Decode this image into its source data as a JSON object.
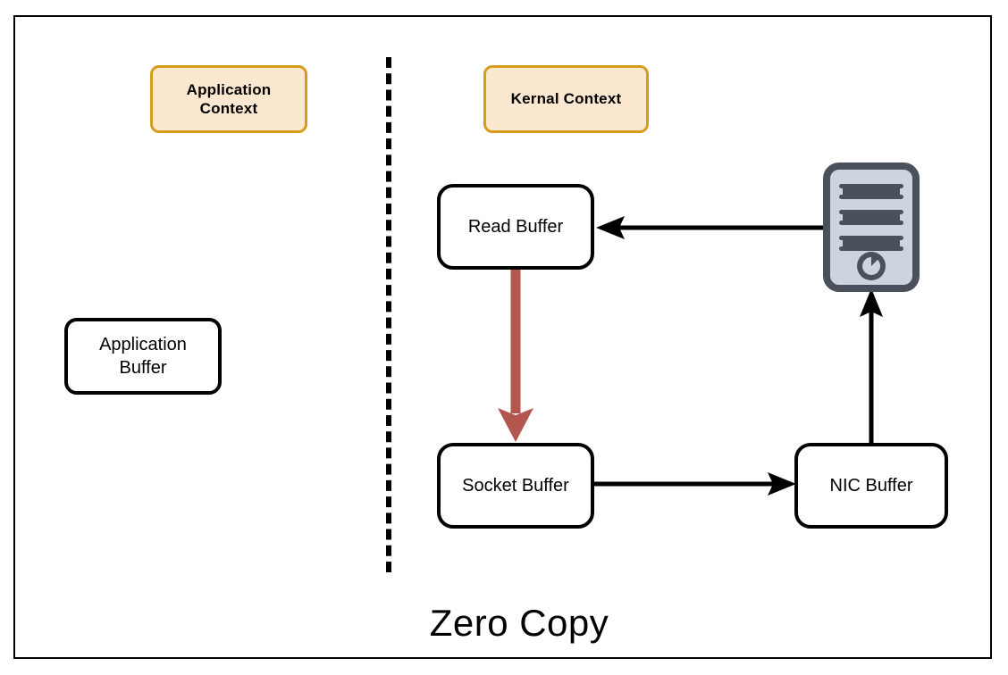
{
  "diagram": {
    "title": "Zero Copy",
    "frame_border_color": "#000000",
    "background": "#ffffff",
    "divider": {
      "name": "context-divider",
      "style": "dashed",
      "color": "#000000"
    },
    "contexts": [
      {
        "id": "application-context",
        "label": "Application Context",
        "line1": "Application",
        "line2": "Context",
        "fill": "#fce8d0",
        "border": "#d79b1e"
      },
      {
        "id": "kernal-context",
        "label": "Kernal Context",
        "line1": "Kernal Context",
        "line2": "",
        "fill": "#fce8d0",
        "border": "#d79b1e"
      }
    ],
    "buffers": [
      {
        "id": "application-buffer",
        "line1": "Application",
        "line2": "Buffer",
        "fill": "#ffffff",
        "border": "#000000"
      },
      {
        "id": "read-buffer",
        "line1": "Read Buffer",
        "line2": "",
        "fill": "#ffffff",
        "border": "#000000"
      },
      {
        "id": "socket-buffer",
        "line1": "Socket Buffer",
        "line2": "",
        "fill": "#ffffff",
        "border": "#000000"
      },
      {
        "id": "nic-buffer",
        "line1": "NIC Buffer",
        "line2": "",
        "fill": "#ffffff",
        "border": "#000000"
      }
    ],
    "server": {
      "id": "server-icon",
      "label": "server-icon",
      "body_fill": "#ccd4de",
      "body_border": "#4a515c",
      "slot_color": "#4a515c",
      "slot_count": 3
    },
    "connectors": [
      {
        "id": "server-to-read-buffer",
        "from": "server",
        "to": "read-buffer",
        "color": "#000000",
        "direction": "left",
        "style": "solid"
      },
      {
        "id": "read-to-socket-buffer",
        "from": "read-buffer",
        "to": "socket-buffer",
        "color": "#b3564f",
        "direction": "down",
        "style": "thick"
      },
      {
        "id": "socket-to-nic-buffer",
        "from": "socket-buffer",
        "to": "nic-buffer",
        "color": "#000000",
        "direction": "right",
        "style": "solid"
      },
      {
        "id": "nic-buffer-to-server",
        "from": "nic-buffer",
        "to": "server",
        "color": "#000000",
        "direction": "up",
        "style": "solid"
      }
    ]
  }
}
